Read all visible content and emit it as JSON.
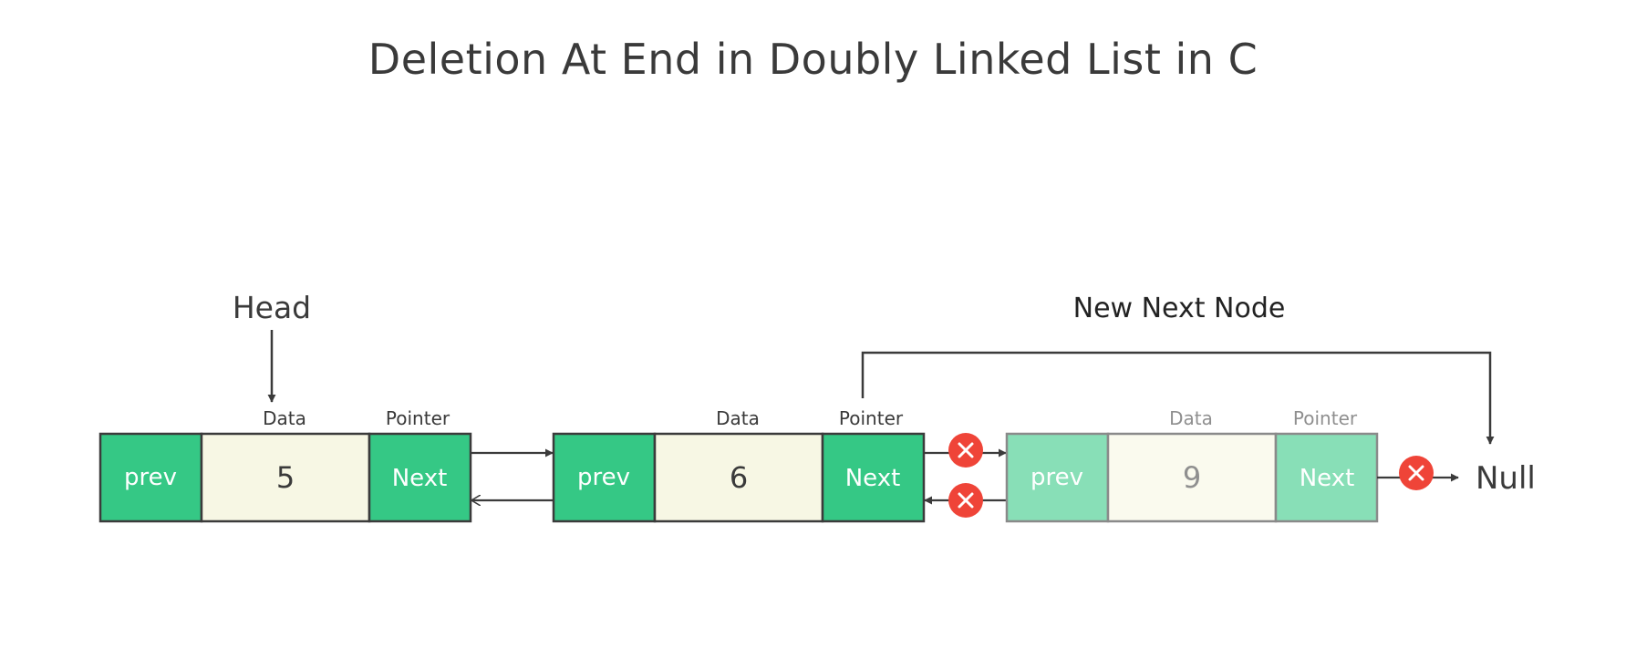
{
  "title": "Deletion At End in Doubly Linked List in C",
  "head_label": "Head",
  "new_next_label": "New Next Node",
  "null_label": "Null",
  "field_labels": {
    "data": "Data",
    "pointer": "Pointer"
  },
  "nodes": [
    {
      "prev": "prev",
      "value": "5",
      "next": "Next",
      "state": "active"
    },
    {
      "prev": "prev",
      "value": "6",
      "next": "Next",
      "state": "active"
    },
    {
      "prev": "prev",
      "value": "9",
      "next": "Next",
      "state": "deleted"
    }
  ],
  "colors": {
    "node_green": "#35c885",
    "node_green_faded": "#88dfb7",
    "data_bg": "#f7f7e4",
    "data_bg_faded": "#fafaee",
    "border": "#3b3b3b",
    "border_faded": "#8a8a8a",
    "delete_mark": "#ef4438",
    "text_dark": "#3a3a3a",
    "text_faded": "#8f8f8f"
  },
  "icons": {
    "delete_marker": "close-circle-icon"
  }
}
